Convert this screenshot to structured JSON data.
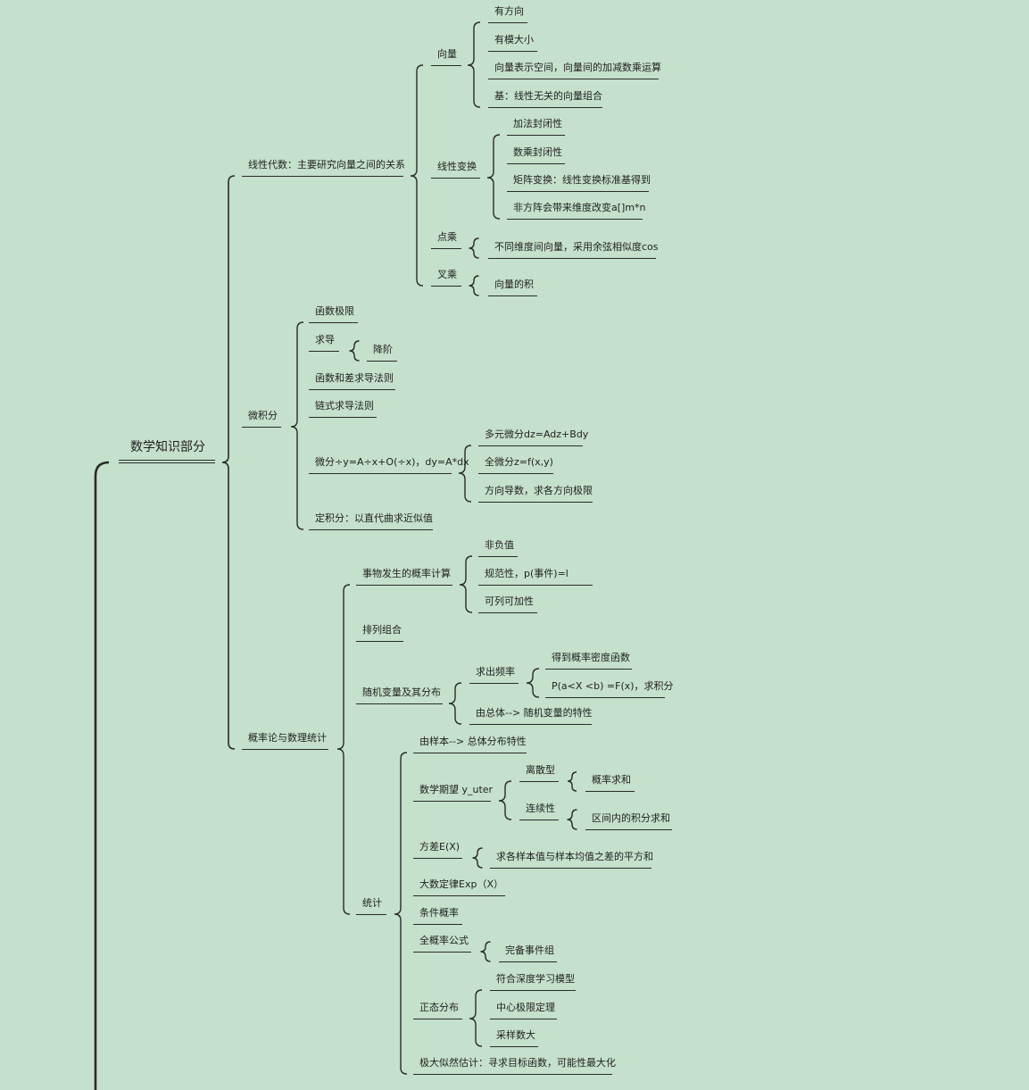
{
  "root": {
    "label": "数学知识部分"
  },
  "branches": [
    {
      "label": "线性代数：主要研究向量之间的关系",
      "children": [
        {
          "label": "向量",
          "children": [
            {
              "label": "有方向"
            },
            {
              "label": "有模大小"
            },
            {
              "label": "向量表示空间，向量间的加减数乘运算"
            },
            {
              "label": "基：线性无关的向量组合"
            }
          ]
        },
        {
          "label": "线性变换",
          "children": [
            {
              "label": "加法封闭性"
            },
            {
              "label": "数乘封闭性"
            },
            {
              "label": "矩阵变换：线性变换标准基得到"
            },
            {
              "label": "非方阵会带来维度改变a[]m*n"
            }
          ]
        },
        {
          "label": "点乘",
          "children": [
            {
              "label": "不同维度间向量，采用余弦相似度cos"
            }
          ]
        },
        {
          "label": "叉乘",
          "children": [
            {
              "label": "向量的积"
            }
          ]
        }
      ]
    },
    {
      "label": "微积分",
      "children": [
        {
          "label": "函数极限"
        },
        {
          "label": "求导",
          "children": [
            {
              "label": "降阶"
            }
          ]
        },
        {
          "label": "函数和差求导法则"
        },
        {
          "label": "链式求导法则"
        },
        {
          "label": "微分÷y=A÷x+O(÷x)，dy=A*dx",
          "children": [
            {
              "label": "多元微分dz=Adz+Bdy"
            },
            {
              "label": "全微分z=f(x,y)"
            },
            {
              "label": "方向导数，求各方向极限"
            }
          ]
        },
        {
          "label": "定积分：以直代曲求近似值"
        }
      ]
    },
    {
      "label": "概率论与数理统计",
      "children": [
        {
          "label": "事物发生的概率计算",
          "children": [
            {
              "label": "非负值"
            },
            {
              "label": "规范性，p(事件)=l"
            },
            {
              "label": "可列可加性"
            }
          ]
        },
        {
          "label": "排列组合"
        },
        {
          "label": "随机变量及其分布",
          "children": [
            {
              "label": "求出频率",
              "children": [
                {
                  "label": "得到概率密度函数"
                },
                {
                  "label": "P(a<X <b) =F(x)，求积分"
                }
              ]
            },
            {
              "label": "由总体--> 随机变量的特性"
            }
          ]
        },
        {
          "label": "统计",
          "children": [
            {
              "label": "由样本--> 总体分布特性"
            },
            {
              "label": "数学期望 y_uter",
              "children": [
                {
                  "label": "离散型",
                  "children": [
                    {
                      "label": "概率求和"
                    }
                  ]
                },
                {
                  "label": "连续性",
                  "children": [
                    {
                      "label": "区间内的积分求和"
                    }
                  ]
                }
              ]
            },
            {
              "label": "方差E(X)",
              "children": [
                {
                  "label": "求各样本值与样本均值之差的平方和"
                }
              ]
            },
            {
              "label": "大数定律Exp（X）"
            },
            {
              "label": "条件概率"
            },
            {
              "label": "全概率公式",
              "children": [
                {
                  "label": "完备事件组"
                }
              ]
            },
            {
              "label": "正态分布",
              "children": [
                {
                  "label": "符合深度学习模型"
                },
                {
                  "label": "中心极限定理"
                },
                {
                  "label": "采样数大"
                }
              ]
            },
            {
              "label": "极大似然估计：寻求目标函数，可能性最大化"
            }
          ]
        }
      ]
    }
  ],
  "colors": {
    "background": "#c5e0cb",
    "line": "#2a2a2a",
    "text": "#222222"
  }
}
